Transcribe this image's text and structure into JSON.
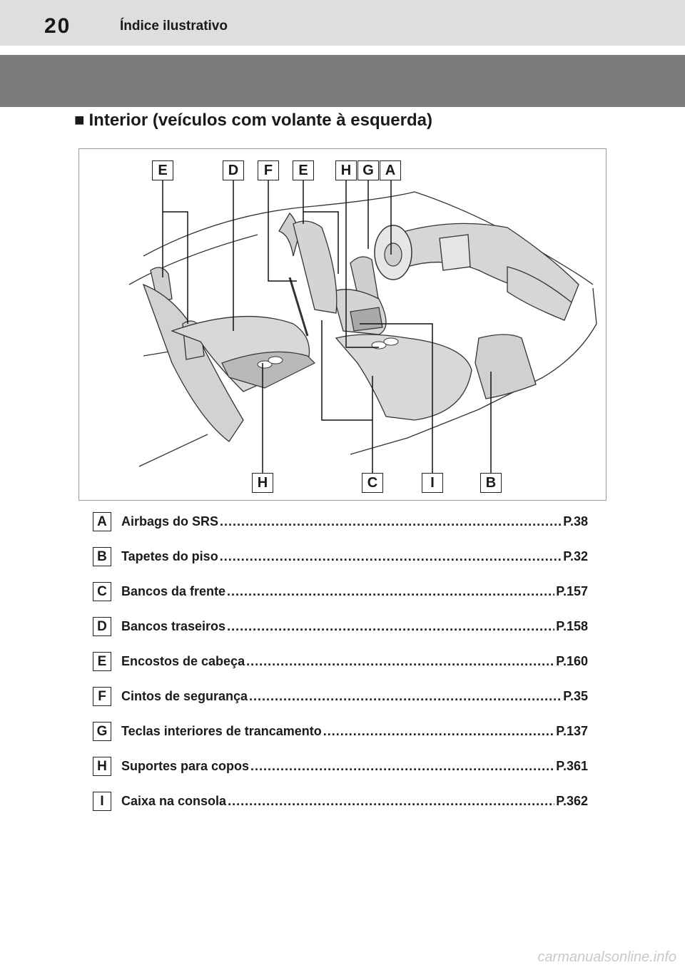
{
  "header": {
    "page_number": "20",
    "section": "Índice ilustrativo"
  },
  "heading": {
    "marker": "■",
    "text": "Interior (veículos com volante à esquerda)"
  },
  "figure": {
    "callouts": [
      "E",
      "D",
      "F",
      "E",
      "H",
      "G",
      "A",
      "H",
      "C",
      "I",
      "B"
    ]
  },
  "legend": [
    {
      "key": "A",
      "label": "Airbags do SRS",
      "page": "P.38"
    },
    {
      "key": "B",
      "label": "Tapetes do piso",
      "page": "P.32"
    },
    {
      "key": "C",
      "label": "Bancos da frente",
      "page": "P.157"
    },
    {
      "key": "D",
      "label": "Bancos traseiros",
      "page": "P.158"
    },
    {
      "key": "E",
      "label": "Encostos de cabeça",
      "page": "P.160"
    },
    {
      "key": "F",
      "label": "Cintos de segurança",
      "page": "P.35"
    },
    {
      "key": "G",
      "label": "Teclas interiores de trancamento",
      "page": "P.137"
    },
    {
      "key": "H",
      "label": "Suportes para copos",
      "page": "P.361"
    },
    {
      "key": "I",
      "label": "Caixa na consola",
      "page": "P.362"
    }
  ],
  "watermark": "carmanualsonline.info"
}
